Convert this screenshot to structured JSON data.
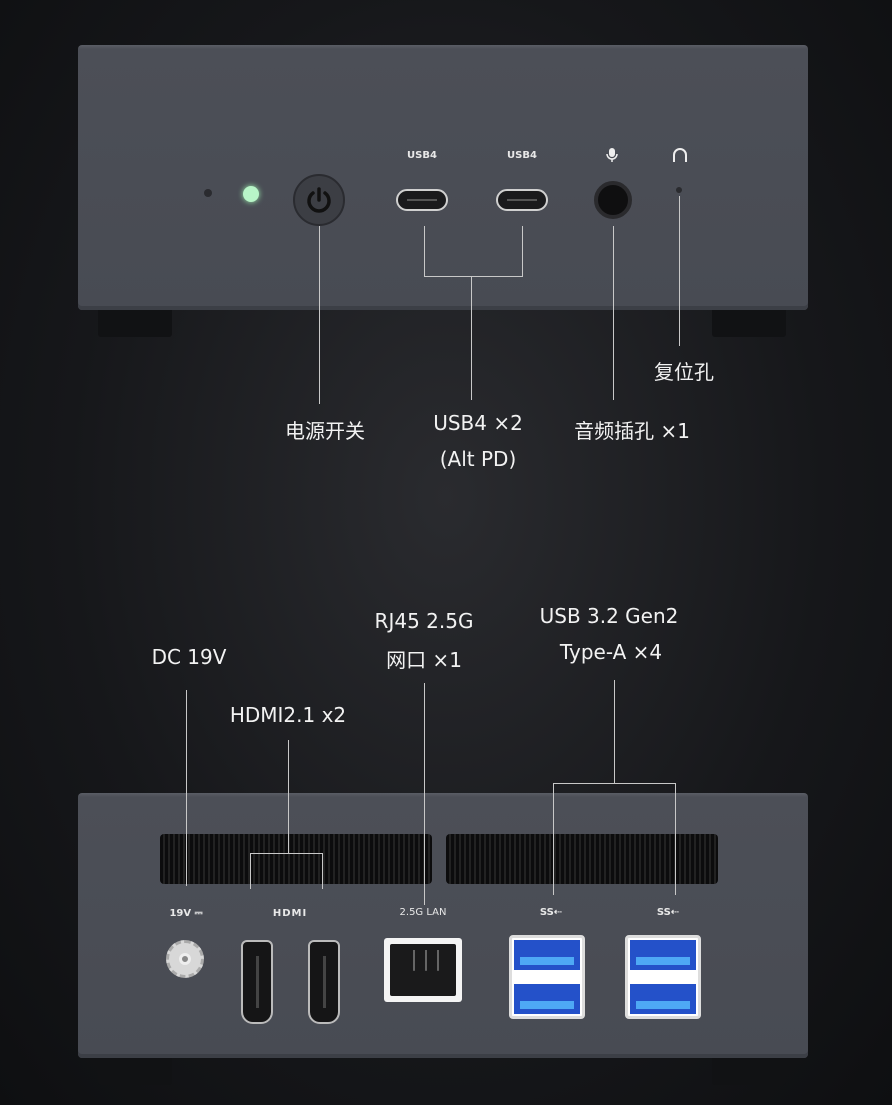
{
  "top_panel": {
    "usb4_port_labels": [
      "USB4",
      "USB4"
    ],
    "icons": [
      "power-led",
      "power-button",
      "microphone-icon",
      "headphone-icon",
      "reset-hole"
    ]
  },
  "top_callouts": {
    "power": "电源开关",
    "usb4": "USB4 ×2",
    "usb4_note": "(Alt PD)",
    "audio": "音频插孔 ×1",
    "reset": "复位孔"
  },
  "bottom_callouts": {
    "dc": "DC 19V",
    "hdmi": "HDMI2.1 x2",
    "rj45_line1": "RJ45 2.5G",
    "rj45_line2": "网口 ×1",
    "usb_line1": "USB 3.2 Gen2",
    "usb_line2": "Type-A ×4"
  },
  "bottom_panel": {
    "dc_label": "19V ⎓",
    "hdmi_label": "HDMI",
    "lan_label": "2.5G LAN",
    "ss_label_1": "SS⇠",
    "ss_label_2": "SS⇠"
  },
  "colors": {
    "led": "#b8f5c8",
    "usb_blue": "#2451c9"
  }
}
